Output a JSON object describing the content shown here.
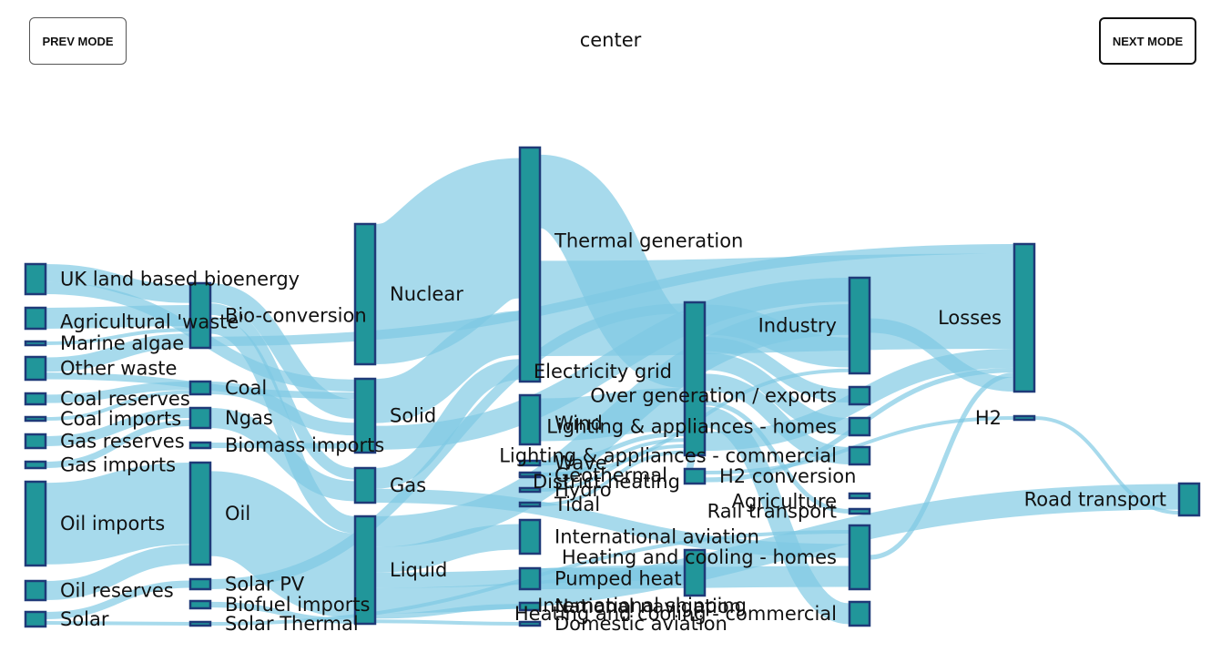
{
  "controls": {
    "prev_label": "PREV MODE",
    "next_label": "NEXT MODE",
    "mode_label": "center"
  },
  "colors": {
    "node_fill": "#21969a",
    "node_stroke": "#1f3a78",
    "link": "#7ec8e3"
  },
  "diagram": {
    "type": "sankey",
    "nodes": [
      "UK land based bioenergy",
      "Agricultural 'waste'",
      "Marine algae",
      "Other waste",
      "Coal reserves",
      "Coal imports",
      "Gas reserves",
      "Gas imports",
      "Oil imports",
      "Oil reserves",
      "Solar",
      "Bio-conversion",
      "Coal",
      "Ngas",
      "Biomass imports",
      "Oil",
      "Solar PV",
      "Biofuel imports",
      "Solar Thermal",
      "Nuclear",
      "Solid",
      "Gas",
      "Liquid",
      "Thermal generation",
      "Wind",
      "Wave",
      "Geothermal",
      "Hydro",
      "Tidal",
      "International aviation",
      "Pumped heat",
      "National navigation",
      "Domestic aviation",
      "Electricity grid",
      "District heating",
      "H2 conversion",
      "International shipping",
      "Heating and cooling - homes",
      "Industry",
      "Over generation / exports",
      "Lighting & appliances - homes",
      "Lighting & appliances - commercial",
      "Agriculture",
      "Rail transport",
      "Heating and cooling - commercial",
      "Losses",
      "H2",
      "Road transport"
    ],
    "links": [
      [
        "UK land based bioenergy",
        "Bio-conversion",
        3
      ],
      [
        "UK land based bioenergy",
        "Solid",
        2
      ],
      [
        "Agricultural 'waste'",
        "Bio-conversion",
        3
      ],
      [
        "Marine algae",
        "Bio-conversion",
        1
      ],
      [
        "Other waste",
        "Bio-conversion",
        2
      ],
      [
        "Other waste",
        "Solid",
        1
      ],
      [
        "Coal reserves",
        "Coal",
        2
      ],
      [
        "Coal imports",
        "Coal",
        1
      ],
      [
        "Gas reserves",
        "Ngas",
        2
      ],
      [
        "Gas imports",
        "Ngas",
        2
      ],
      [
        "Oil imports",
        "Oil",
        12
      ],
      [
        "Oil reserves",
        "Oil",
        3
      ],
      [
        "Solar",
        "Solar PV",
        1
      ],
      [
        "Solar",
        "Solar Thermal",
        1
      ],
      [
        "Bio-conversion",
        "Solid",
        3
      ],
      [
        "Bio-conversion",
        "Gas",
        2
      ],
      [
        "Bio-conversion",
        "Liquid",
        3
      ],
      [
        "Bio-conversion",
        "Losses",
        2
      ],
      [
        "Coal",
        "Solid",
        3
      ],
      [
        "Ngas",
        "Gas",
        4
      ],
      [
        "Biomass imports",
        "Solid",
        2
      ],
      [
        "Oil",
        "Liquid",
        15
      ],
      [
        "Solar PV",
        "Electricity grid",
        2
      ],
      [
        "Biofuel imports",
        "Liquid",
        1
      ],
      [
        "Solar Thermal",
        "Heating and cooling - homes",
        1
      ],
      [
        "Nuclear",
        "Thermal generation",
        20
      ],
      [
        "Solid",
        "Thermal generation",
        6
      ],
      [
        "Solid",
        "Industry",
        4
      ],
      [
        "Gas",
        "Thermal generation",
        3
      ],
      [
        "Gas",
        "Heating and cooling - homes",
        2
      ],
      [
        "Liquid",
        "Industry",
        6
      ],
      [
        "Liquid",
        "International aviation",
        5
      ],
      [
        "Liquid",
        "International shipping",
        3
      ],
      [
        "Liquid",
        "Road transport",
        5
      ],
      [
        "Liquid",
        "National navigation",
        1
      ],
      [
        "Liquid",
        "Domestic aviation",
        1
      ],
      [
        "Thermal generation",
        "Electricity grid",
        12
      ],
      [
        "Thermal generation",
        "Losses",
        20
      ],
      [
        "Wind",
        "Electricity grid",
        7
      ],
      [
        "Wave",
        "Electricity grid",
        1
      ],
      [
        "Geothermal",
        "Electricity grid",
        1
      ],
      [
        "Hydro",
        "Electricity grid",
        1
      ],
      [
        "Tidal",
        "Electricity grid",
        1
      ],
      [
        "Pumped heat",
        "Heating and cooling - homes",
        2
      ],
      [
        "Electricity grid",
        "Industry",
        5
      ],
      [
        "Electricity grid",
        "Over generation / exports",
        2
      ],
      [
        "Electricity grid",
        "Lighting & appliances - homes",
        3
      ],
      [
        "Electricity grid",
        "Lighting & appliances - commercial",
        3
      ],
      [
        "Electricity grid",
        "H2 conversion",
        1
      ],
      [
        "Electricity grid",
        "Rail transport",
        1
      ],
      [
        "Electricity grid",
        "Heating and cooling - commercial",
        3
      ],
      [
        "Electricity grid",
        "Losses",
        4
      ],
      [
        "District heating",
        "Industry",
        1
      ],
      [
        "H2 conversion",
        "H2",
        1
      ],
      [
        "H2 conversion",
        "Losses",
        1
      ],
      [
        "H2",
        "Road transport",
        1
      ],
      [
        "Heating and cooling - homes",
        "Losses",
        1
      ],
      [
        "Industry",
        "Losses",
        3
      ]
    ]
  }
}
